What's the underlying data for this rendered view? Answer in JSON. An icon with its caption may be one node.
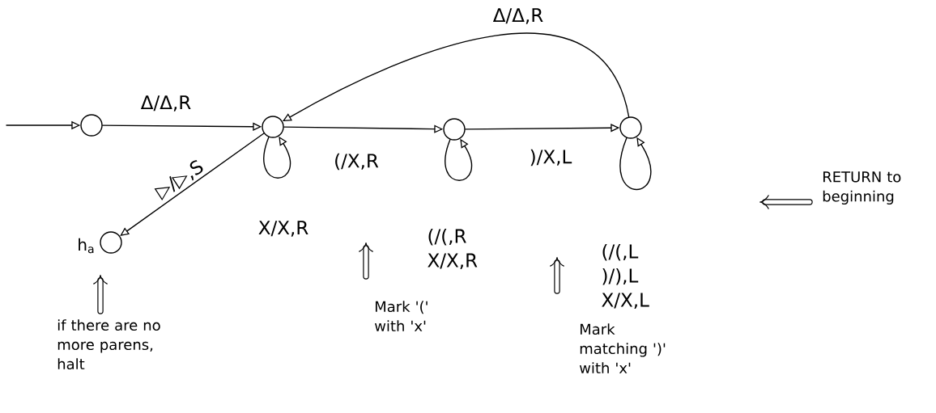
{
  "diagram": {
    "nodes": [
      {
        "text": [],
        "shape": "circle"
      },
      {
        "text": [],
        "shape": "circle"
      },
      {
        "text": [],
        "shape": "circle"
      },
      {
        "text": [],
        "shape": "circle"
      },
      {
        "text": [],
        "shape": "circle",
        "beside": [
          "h$_{a}$"
        ]
      }
    ],
    "edges": [
      {
        "from": null,
        "to": 0,
        "arrow": "to"
      },
      {
        "from": 0,
        "to": 1,
        "arrow": "to",
        "label": "Δ/Δ,R"
      },
      {
        "from": 1,
        "to": 2,
        "arrow": "to",
        "label": "(/X,R"
      },
      {
        "from": 2,
        "to": 3,
        "arrow": "to",
        "label": ")/X,L"
      },
      {
        "from": 3,
        "to": 1,
        "arrow": "to",
        "label": "Δ/Δ,R"
      },
      {
        "from": 1,
        "to": 4,
        "arrow": "to",
        "label": "▷/▷,S"
      },
      {
        "from": 1,
        "to": 1,
        "arrow": "to",
        "label": "X/X,R"
      },
      {
        "from": 2,
        "to": 2,
        "arrow": "to",
        "label": "(/(,R X/X,R"
      },
      {
        "from": 3,
        "to": 3,
        "arrow": "to",
        "label": "(/(,L )/),L X/X,L"
      }
    ],
    "labels": [
      "RETURN to beginning",
      "if there are no more parens, halt",
      "Mark '(' with 'x'",
      "Mark matching ')' with 'x'"
    ]
  }
}
